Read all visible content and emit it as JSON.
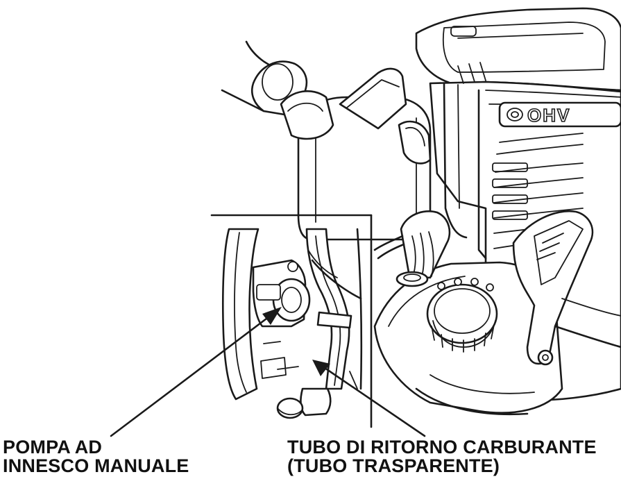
{
  "figure": {
    "engine_badge_text": "OHV",
    "callouts": {
      "primer_pump": {
        "line1": "POMPA AD",
        "line2": "INNESCO MANUALE"
      },
      "fuel_return_tube": {
        "line1": "TUBO DI RITORNO CARBURANTE",
        "line2": "(TUBO TRASPARENTE)"
      }
    }
  }
}
